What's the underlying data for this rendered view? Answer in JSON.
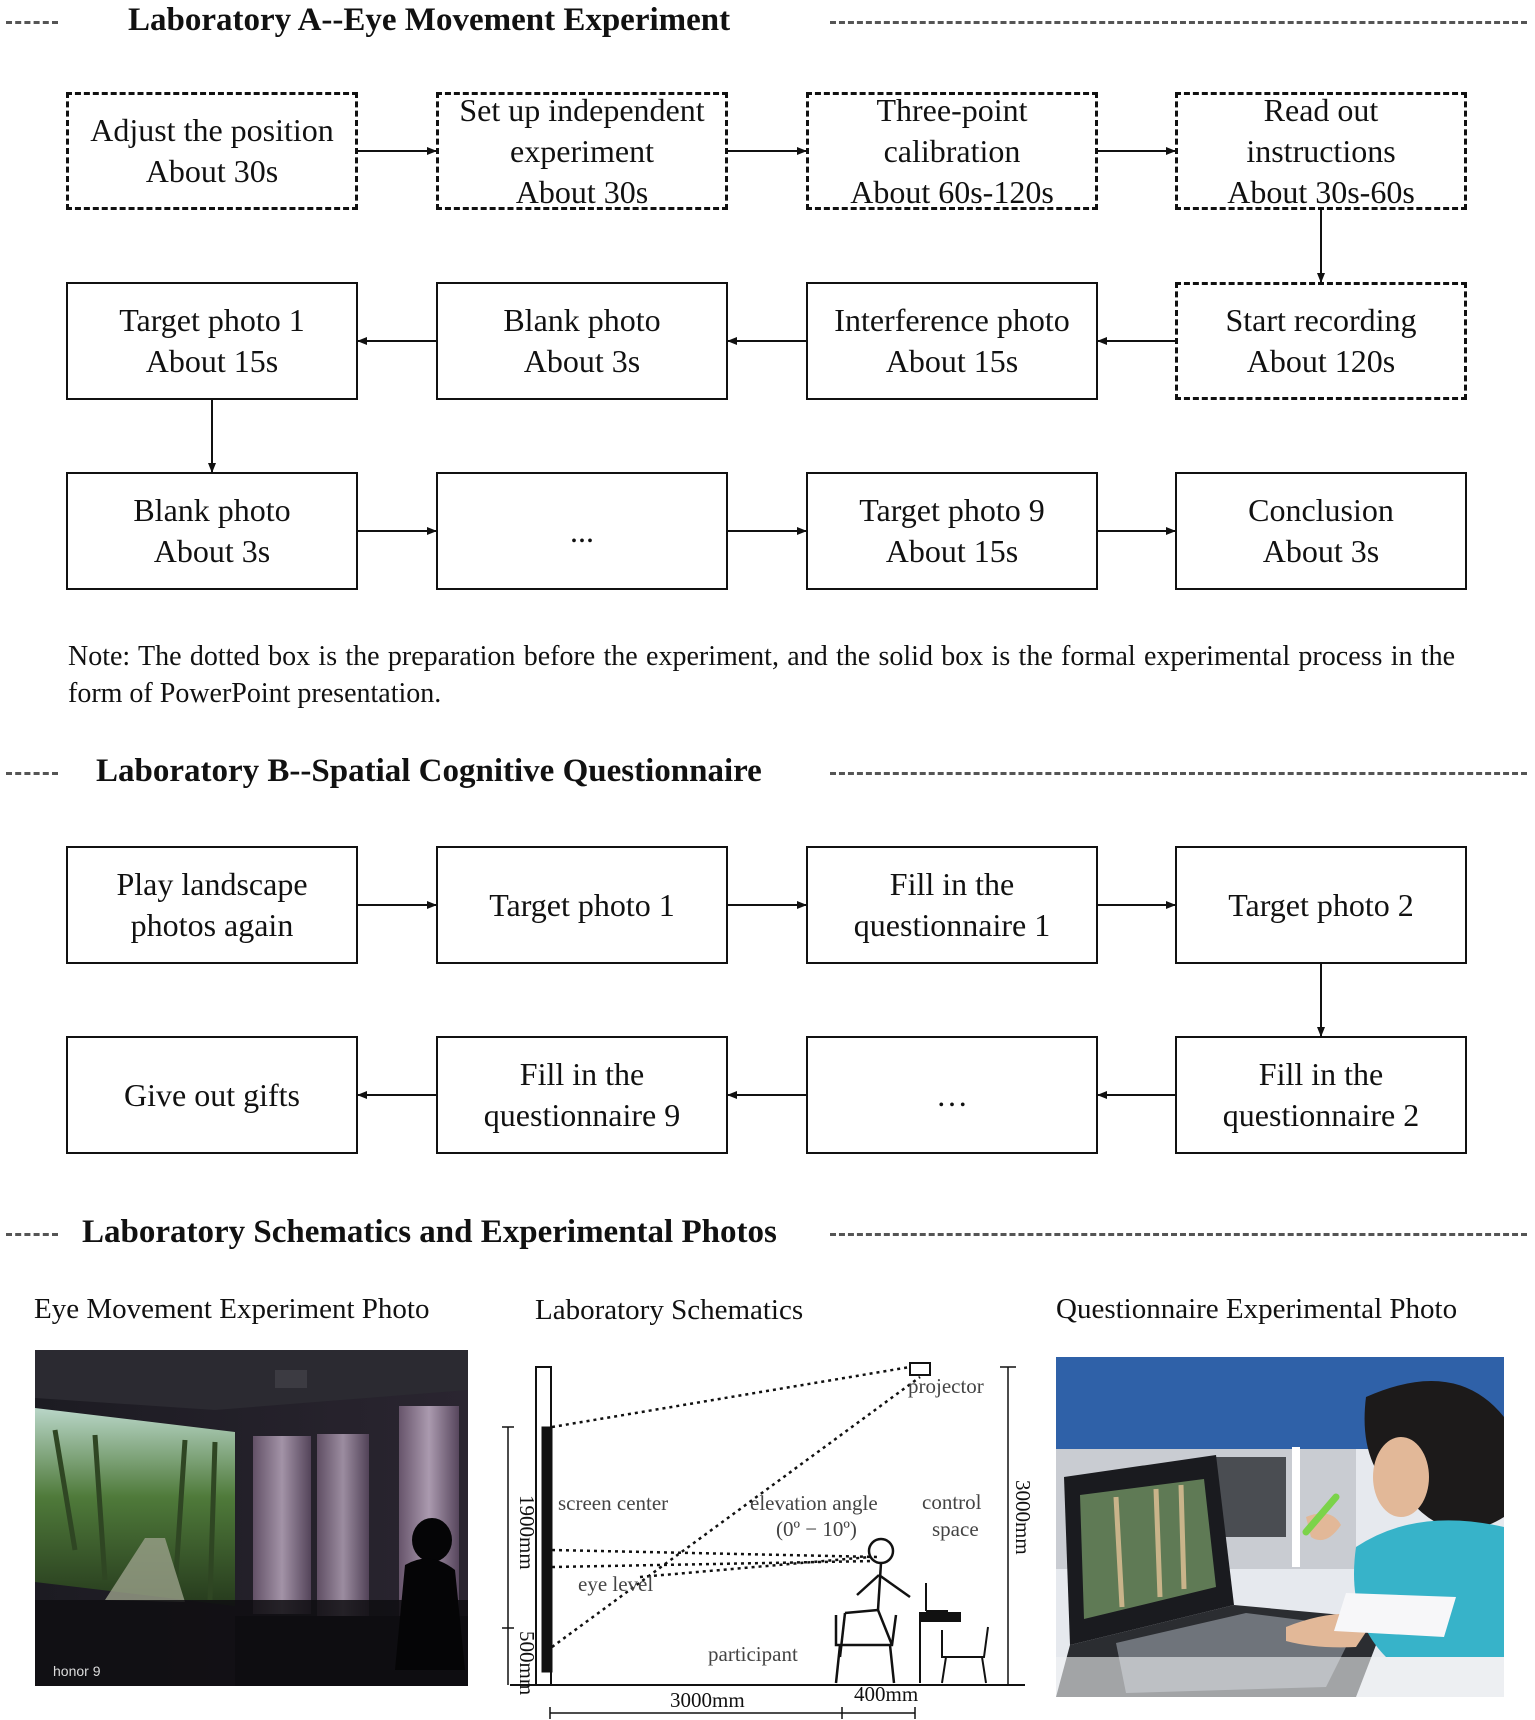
{
  "section_a": {
    "title": "Laboratory A--Eye Movement Experiment",
    "row1": [
      {
        "line1": "Adjust the position",
        "line2": "About 30s"
      },
      {
        "line1": "Set up independent",
        "line2": "experiment",
        "line3": "About 30s"
      },
      {
        "line1": "Three-point",
        "line2": "calibration",
        "line3": "About 60s-120s"
      },
      {
        "line1": "Read out",
        "line2": "instructions",
        "line3": "About 30s-60s"
      }
    ],
    "row2": [
      {
        "line1": "Target photo 1",
        "line2": "About 15s"
      },
      {
        "line1": "Blank photo",
        "line2": "About 3s"
      },
      {
        "line1": "Interference photo",
        "line2": "About 15s"
      },
      {
        "line1": "Start recording",
        "line2": "About 120s"
      }
    ],
    "row3": [
      {
        "line1": "Blank photo",
        "line2": "About 3s"
      },
      {
        "line1": "..."
      },
      {
        "line1": "Target photo 9",
        "line2": "About 15s"
      },
      {
        "line1": "Conclusion",
        "line2": "About 3s"
      }
    ],
    "note": "Note: The dotted box is the preparation before the experiment, and the solid box is the formal experimental process in the form of PowerPoint presentation."
  },
  "section_b": {
    "title": "Laboratory B--Spatial Cognitive Questionnaire",
    "row1": [
      {
        "line1": "Play landscape",
        "line2": "photos again"
      },
      {
        "line1": "Target photo 1"
      },
      {
        "line1": "Fill in the",
        "line2": "questionnaire 1"
      },
      {
        "line1": "Target photo 2"
      }
    ],
    "row2": [
      {
        "line1": "Give out gifts"
      },
      {
        "line1": "Fill in the",
        "line2": "questionnaire 9"
      },
      {
        "line1": "…"
      },
      {
        "line1": "Fill in the",
        "line2": "questionnaire 2"
      }
    ]
  },
  "section_c": {
    "title": "Laboratory Schematics and Experimental Photos",
    "photo_left_title": "Eye Movement Experiment Photo",
    "photo_left_watermark": "honor 9",
    "schematic_title": "Laboratory Schematics",
    "photo_right_title": "Questionnaire Experimental Photo",
    "schematic": {
      "projector": "projector",
      "screen_center": "screen center",
      "elevation_angle": "elevation angle",
      "elevation_range": "(0º − 10º)",
      "control": "control",
      "space": "space",
      "eye_level": "eye level",
      "participant": "participant",
      "h_1900": "1900mm",
      "h_500": "500mm",
      "h_3000": "3000mm",
      "w_3000": "3000mm",
      "w_400": "400mm"
    }
  }
}
